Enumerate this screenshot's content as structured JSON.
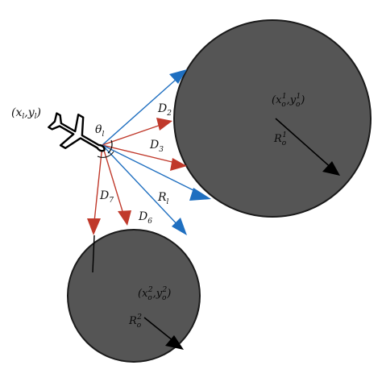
{
  "colors": {
    "obstacle_fill": "#555555",
    "obstacle_stroke": "#1a1a1a",
    "ray_red": "#c0392b",
    "ray_blue": "#1f6fc0",
    "arrow_black": "#000000"
  },
  "labels": {
    "aircraft_pos": {
      "open": "(x",
      "sub1": "l",
      "mid": ",y",
      "sub2": "l",
      "close": ")"
    },
    "theta": {
      "main": "θ",
      "sub": "l"
    },
    "d2": {
      "main": "D",
      "sub": "2"
    },
    "d3": {
      "main": "D",
      "sub": "3"
    },
    "r1": {
      "main": "R",
      "sub": "l"
    },
    "d6": {
      "main": "D",
      "sub": "6"
    },
    "d7": {
      "main": "D",
      "sub": "7"
    },
    "obstacle1_center": {
      "open": "(x",
      "sub1": "o",
      "sup1": "1",
      "mid": ",y",
      "sub2": "o",
      "sup2": "1",
      "close": ")"
    },
    "obstacle1_radius": {
      "main": "R",
      "sub": "o",
      "sup": "1"
    },
    "obstacle2_center": {
      "open": "(x",
      "sub1": "o",
      "sup1": "2",
      "mid": ",y",
      "sub2": "o",
      "sup2": "2",
      "close": ")"
    },
    "obstacle2_radius": {
      "main": "R",
      "sub": "o",
      "sup": "2"
    }
  },
  "icons": {
    "aircraft": "airplane-icon"
  }
}
